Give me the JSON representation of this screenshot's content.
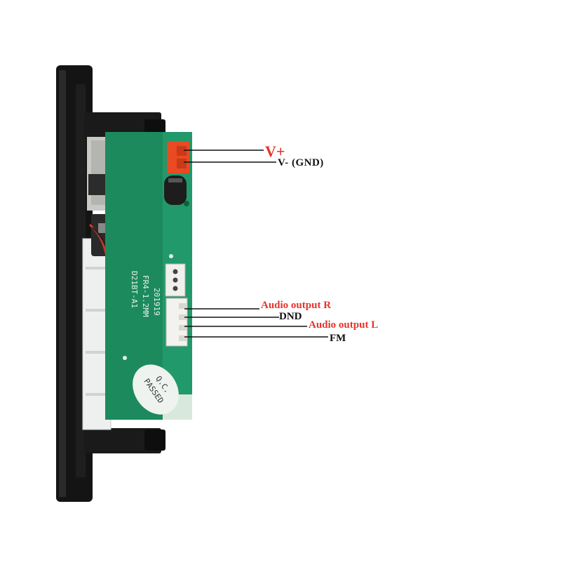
{
  "labels": {
    "v_plus": "V+",
    "v_minus": "V- (GND)",
    "audio_output_r": "Audio output R",
    "dnd": "DND",
    "audio_output_l": "Audio output L",
    "fm": "FM"
  },
  "pcb_markings": {
    "model": "D21BT-A1",
    "spec": "FR4-1.2MM",
    "date": "201919",
    "qc_stamp_line1": "Q.C.",
    "qc_stamp_line2": "PASSED"
  },
  "colors": {
    "red_label": "#e8322a",
    "black_label": "#111111",
    "pcb_green": "#1c8a5c",
    "panel_black": "#141414",
    "connector_orange": "#e84a22"
  }
}
